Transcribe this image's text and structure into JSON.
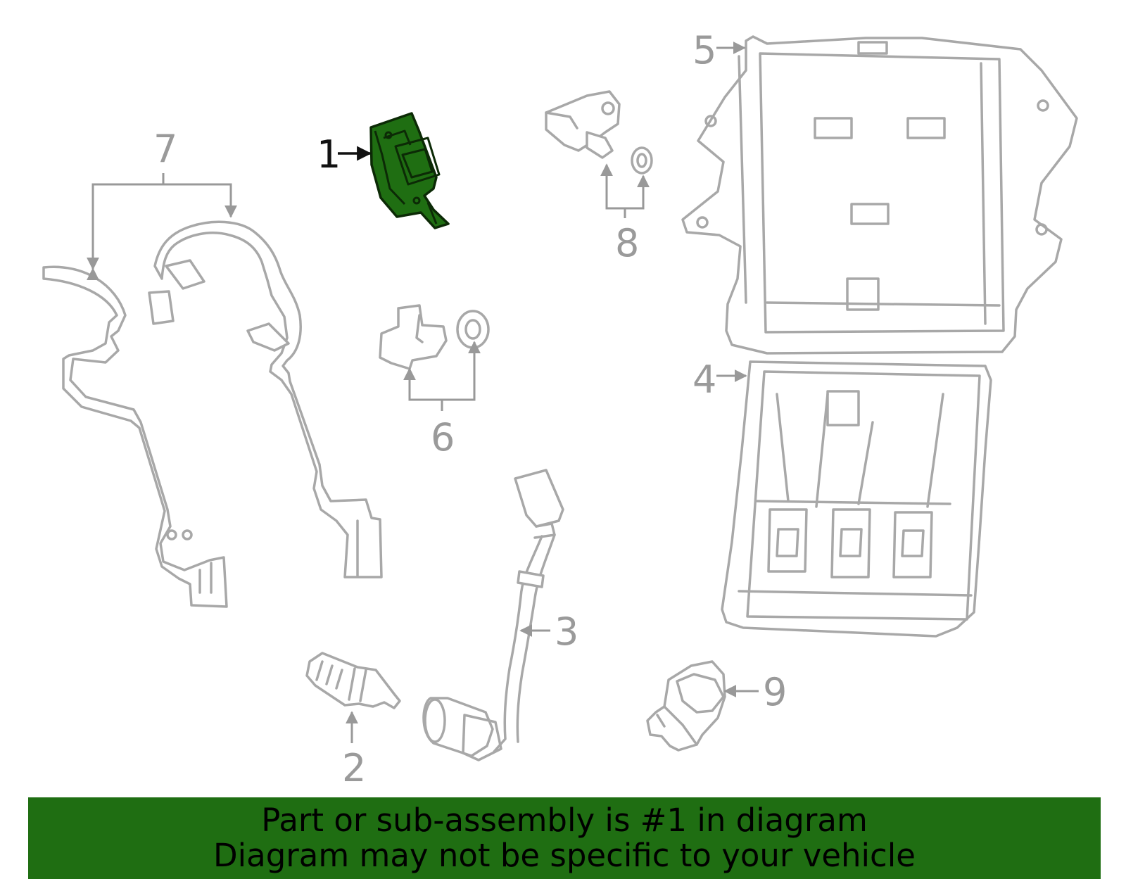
{
  "callouts": {
    "c1": "1",
    "c2": "2",
    "c3": "3",
    "c4": "4",
    "c5": "5",
    "c6": "6",
    "c7": "7",
    "c8": "8",
    "c9": "9"
  },
  "highlight_color": "#1f6e12",
  "banner": {
    "line1": "Part or sub-assembly is #1 in diagram",
    "line2": "Diagram may not be specific to your vehicle"
  }
}
